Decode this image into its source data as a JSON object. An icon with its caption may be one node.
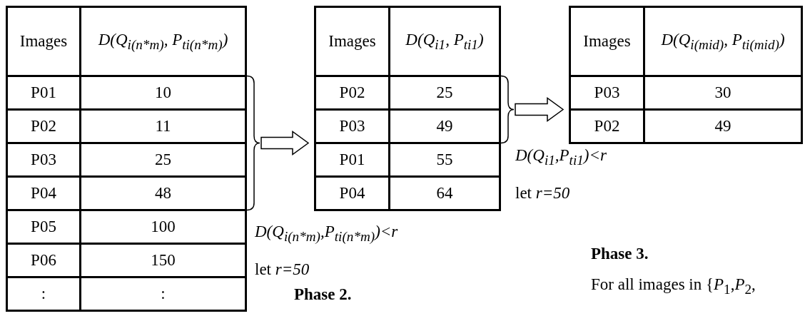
{
  "diagram": {
    "nodes": [
      {
        "text": [
          "Images",
          "D(Q$_{i(n*m)}$, P$_{ti(n*m)}$)",
          "P01",
          "10",
          "P02",
          "11",
          "P03",
          "25",
          "P04",
          "48",
          "P05",
          "100",
          "P06",
          "150",
          ":",
          ":"
        ]
      },
      {
        "text": [
          "Images",
          "D(Q$_{i1}$, P$_{ti1}$)",
          "P02",
          "25",
          "P03",
          "49",
          "P01",
          "55",
          "P04",
          "64"
        ]
      },
      {
        "text": [
          "Images",
          "D(Q$_{i(mid)}$, P$_{ti(mid)}$)",
          "P03",
          "30",
          "P02",
          "49"
        ]
      }
    ],
    "edges": [
      {
        "from": 0,
        "to": 1,
        "arrow": "to"
      },
      {
        "from": 1,
        "to": 2,
        "arrow": "to"
      }
    ],
    "labels": [
      "D(Q$_{i1}$,P$_{ti1}$)<r",
      "let *r=50*",
      "D(Q$_{i(n*m)}$,P$_{ti(n*m)}$)<r",
      "let *r=50*",
      "Phase 3.",
      "For all images in {*P*$_{1}$,*P*$_{2}$,",
      "Phase 2."
    ]
  }
}
